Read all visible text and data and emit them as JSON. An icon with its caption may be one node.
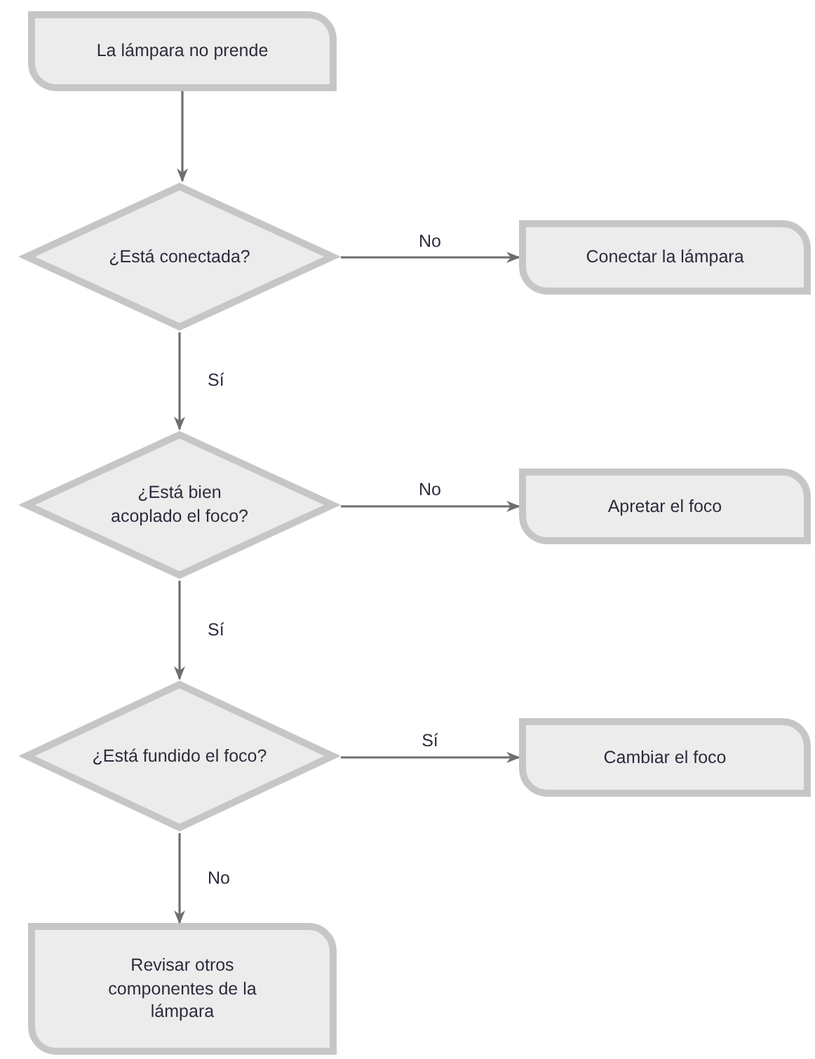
{
  "diagram": {
    "nodes": [
      {
        "text": [
          "La lámpara no prende"
        ]
      },
      {
        "text": [
          "¿Está conectada?"
        ]
      },
      {
        "text": [
          "Conectar la lámpara"
        ]
      },
      {
        "text": [
          "¿Está bien acoplado el foco?"
        ]
      },
      {
        "text": [
          "Apretar el foco"
        ]
      },
      {
        "text": [
          "¿Está fundido el foco?"
        ]
      },
      {
        "text": [
          "Cambiar el foco"
        ]
      },
      {
        "text": [
          "Revisar otros componentes de la lámpara"
        ]
      }
    ],
    "edges": [
      {
        "from": 0,
        "to": 1,
        "arrow": "to"
      },
      {
        "from": 1,
        "to": 2,
        "arrow": "to",
        "label": "No"
      },
      {
        "from": 1,
        "to": 3,
        "arrow": "to",
        "label": "Sí"
      },
      {
        "from": 3,
        "to": 4,
        "arrow": "to",
        "label": "No"
      },
      {
        "from": 3,
        "to": 5,
        "arrow": "to",
        "label": "Sí"
      },
      {
        "from": 5,
        "to": 6,
        "arrow": "to",
        "label": "Sí"
      },
      {
        "from": 5,
        "to": 7,
        "arrow": "to",
        "label": "No"
      }
    ]
  }
}
